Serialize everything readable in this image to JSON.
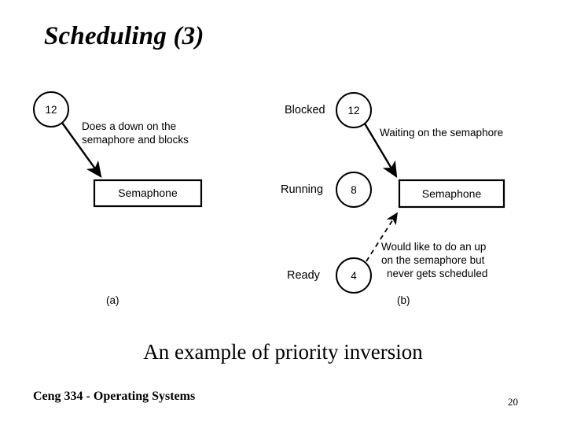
{
  "slide": {
    "title": "Scheduling (3)",
    "caption": "An example of priority inversion",
    "footer_course": "Ceng 334 - Operating Systems",
    "page_number": "20"
  },
  "colors": {
    "background": "#ffffff",
    "ink": "#000000",
    "stroke": "#000000"
  },
  "figure": {
    "panel_a": {
      "label": "(a)",
      "process_circle_value": "12",
      "annotation_line1": "Does a down on the",
      "annotation_line2": "semaphore and blocks",
      "semaphore_box_label": "Semaphone"
    },
    "panel_b": {
      "label": "(b)",
      "states": [
        {
          "name": "Blocked",
          "value": "12"
        },
        {
          "name": "Running",
          "value": "8"
        },
        {
          "name": "Ready",
          "value": "4"
        }
      ],
      "semaphore_box_label": "Semaphone",
      "waiting_annotation": "Waiting on the semaphore",
      "up_annotation_line1": "Would like to do an up",
      "up_annotation_line2": "on the semaphore but",
      "up_annotation_line3": "never gets scheduled"
    }
  }
}
